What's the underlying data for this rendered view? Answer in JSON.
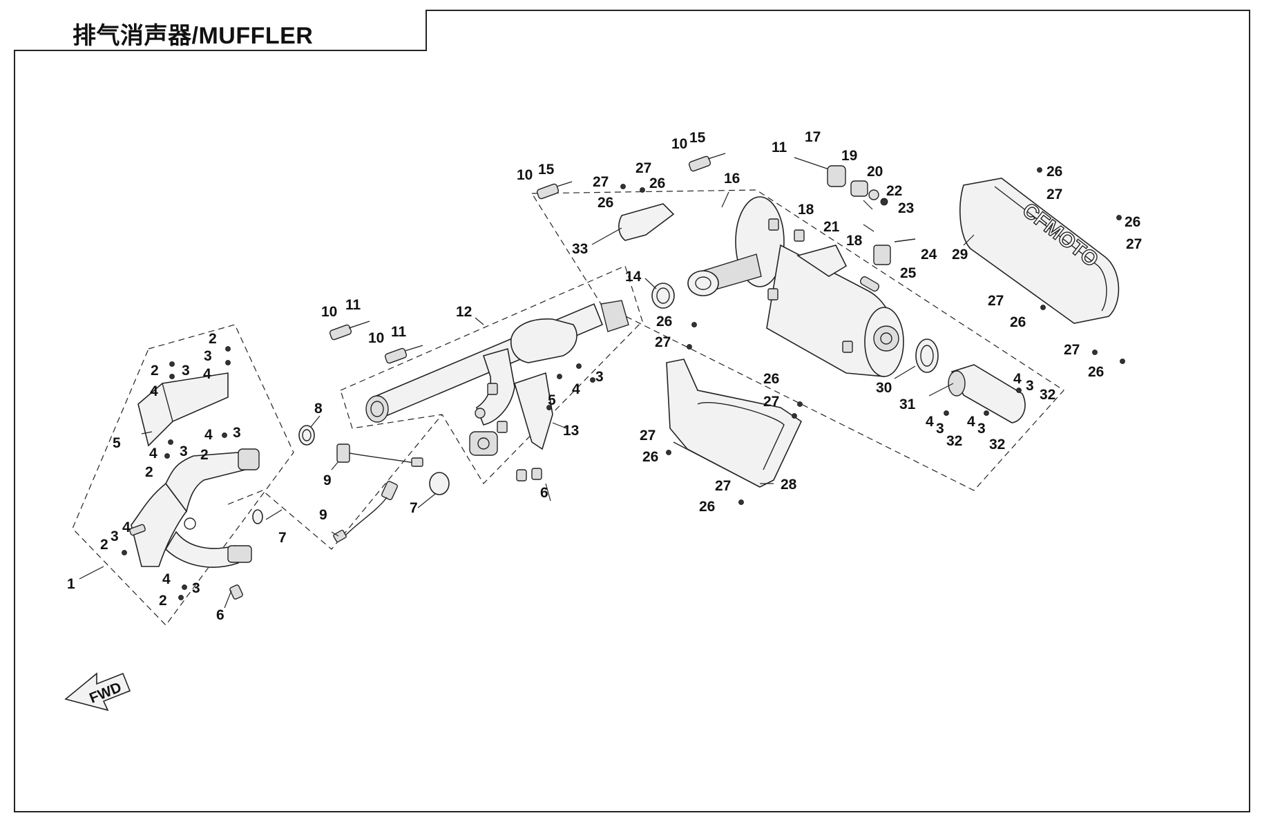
{
  "title": "排气消声器/MUFFLER",
  "fwd_arrow_label": "FWD",
  "muffler_logo_text": "CFMOTO",
  "callouts": [
    "1",
    "2",
    "3",
    "4",
    "5",
    "6",
    "7",
    "8",
    "9",
    "10",
    "11",
    "12",
    "13",
    "14",
    "15",
    "16",
    "17",
    "18",
    "19",
    "20",
    "21",
    "22",
    "23",
    "24",
    "25",
    "26",
    "27",
    "28",
    "29",
    "30",
    "31",
    "32",
    "33"
  ]
}
